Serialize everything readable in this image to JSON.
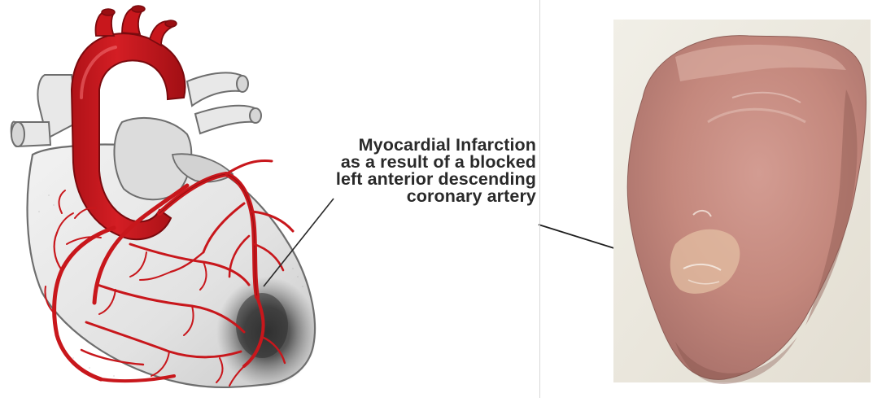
{
  "annotation": {
    "lines": [
      "Myocardial Infarction",
      "as a result of a blocked",
      "left anterior descending",
      "coronary artery"
    ]
  },
  "colors": {
    "artery_red": "#c8171c",
    "heart_gray": "#e4e4e4",
    "heart_outline": "#6e6e6e",
    "infarct_dark": "#3a3a3a",
    "tissue_pink": "#c98f84",
    "photo_background": "#ece9e0"
  },
  "icons": {
    "heart_illustration": "heart-diagram-icon",
    "heart_photo": "heart-specimen-photo"
  }
}
